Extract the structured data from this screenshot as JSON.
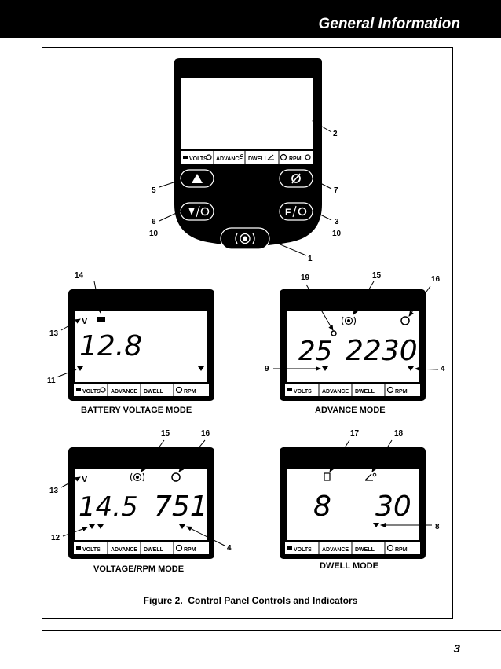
{
  "header": {
    "title": "General Information"
  },
  "buttons": {
    "volts": "VOLTS",
    "advance": "ADVANCE",
    "dwell": "DWELL",
    "rpm": "RPM"
  },
  "top_panel": {
    "callouts": [
      "2",
      "5",
      "6",
      "10",
      "7",
      "3",
      "10",
      "1"
    ]
  },
  "panels": {
    "battery": {
      "label": "BATTERY VOLTAGE MODE",
      "reading": "12.8",
      "unit": "V",
      "callouts": [
        "14",
        "13",
        "11"
      ]
    },
    "advance": {
      "label": "ADVANCE MODE",
      "degrees": "25",
      "rpm": "2230",
      "callouts": [
        "19",
        "15",
        "16",
        "9",
        "4"
      ]
    },
    "voltage_rpm": {
      "label": "VOLTAGE/RPM MODE",
      "voltage": "14.5",
      "rpm": "751",
      "unit": "V",
      "callouts": [
        "15",
        "16",
        "13",
        "12",
        "4"
      ]
    },
    "dwell": {
      "label": "DWELL MODE",
      "cylinders": "8",
      "angle": "30",
      "callouts": [
        "17",
        "18",
        "8"
      ]
    }
  },
  "caption": "Figure 2.  Control Panel Controls and Indicators",
  "page_number": "3"
}
